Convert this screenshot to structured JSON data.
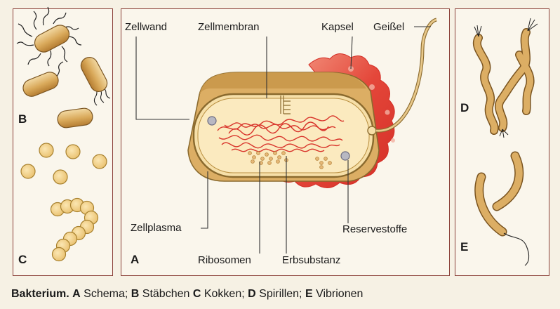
{
  "labels": {
    "zellwand": "Zellwand",
    "zellmembran": "Zellmembran",
    "kapsel": "Kapsel",
    "geissel": "Geißel",
    "zellplasma": "Zellplasma",
    "ribosomen": "Ribosomen",
    "erbsubstanz": "Erbsubstanz",
    "reservestoffe": "Reservestoffe"
  },
  "panel_letters": {
    "a": "A",
    "b": "B",
    "c": "C",
    "d": "D",
    "e": "E"
  },
  "caption": {
    "title": "Bakterium.",
    "items": [
      {
        "letter": "A",
        "text": "Schema;"
      },
      {
        "letter": "B",
        "text": "Stäbchen"
      },
      {
        "letter": "C",
        "text": "Kokken;"
      },
      {
        "letter": "D",
        "text": "Spirillen;"
      },
      {
        "letter": "E",
        "text": "Vibrionen"
      }
    ]
  },
  "colors": {
    "frame": "#8a3f38",
    "cell_fill": "#e8c88a",
    "cell_stroke": "#8a6a2e",
    "capsule": "#e23a2c",
    "dna": "#d8332a"
  }
}
